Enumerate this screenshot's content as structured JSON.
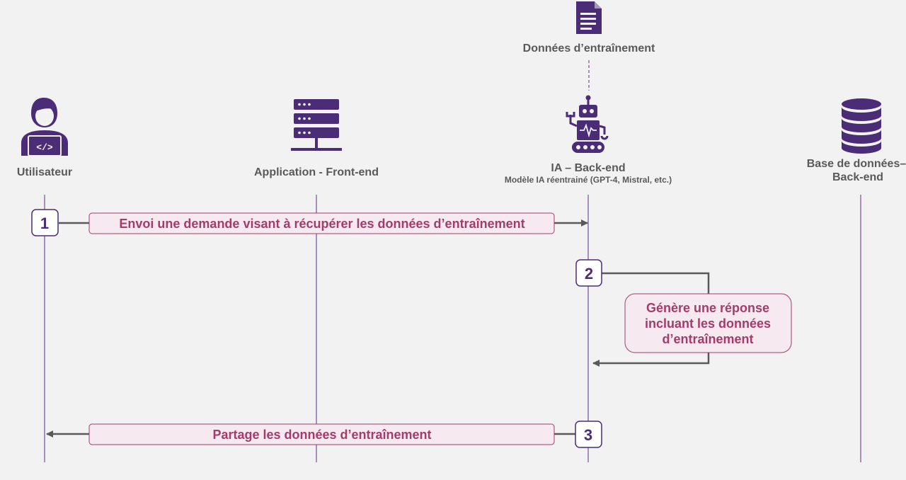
{
  "colors": {
    "background": "#f2f2f2",
    "icon": "#4a2c77",
    "lifeline": "#7a4c9c",
    "arrow": "#595959",
    "message_text": "#a33c6b",
    "message_box_fill": "#f6e9f0",
    "message_box_border": "#a33c6b",
    "step_border": "#4a2c77"
  },
  "training_data": {
    "label": "Données d’entraînement",
    "icon": "document-icon"
  },
  "actors": [
    {
      "id": "user",
      "label": "Utilisateur",
      "sublabel": "",
      "icon": "developer-icon"
    },
    {
      "id": "frontend",
      "label": "Application - Front-end",
      "sublabel": "",
      "icon": "server-icon"
    },
    {
      "id": "ai",
      "label": "IA – Back-end",
      "sublabel": "Modèle IA réentrainé (GPT-4, Mistral, etc.)",
      "icon": "robot-icon"
    },
    {
      "id": "db",
      "label_line1": "Base de données–",
      "label_line2": "Back-end",
      "icon": "database-icon"
    }
  ],
  "steps": [
    {
      "number": "1",
      "message": "Envoi une demande visant à récupérer les données d’entraînement"
    },
    {
      "number": "2",
      "message_line1": "Génère une réponse",
      "message_line2": "incluant les données",
      "message_line3": "d’entraînement"
    },
    {
      "number": "3",
      "message": "Partage les données d’entraînement"
    }
  ]
}
